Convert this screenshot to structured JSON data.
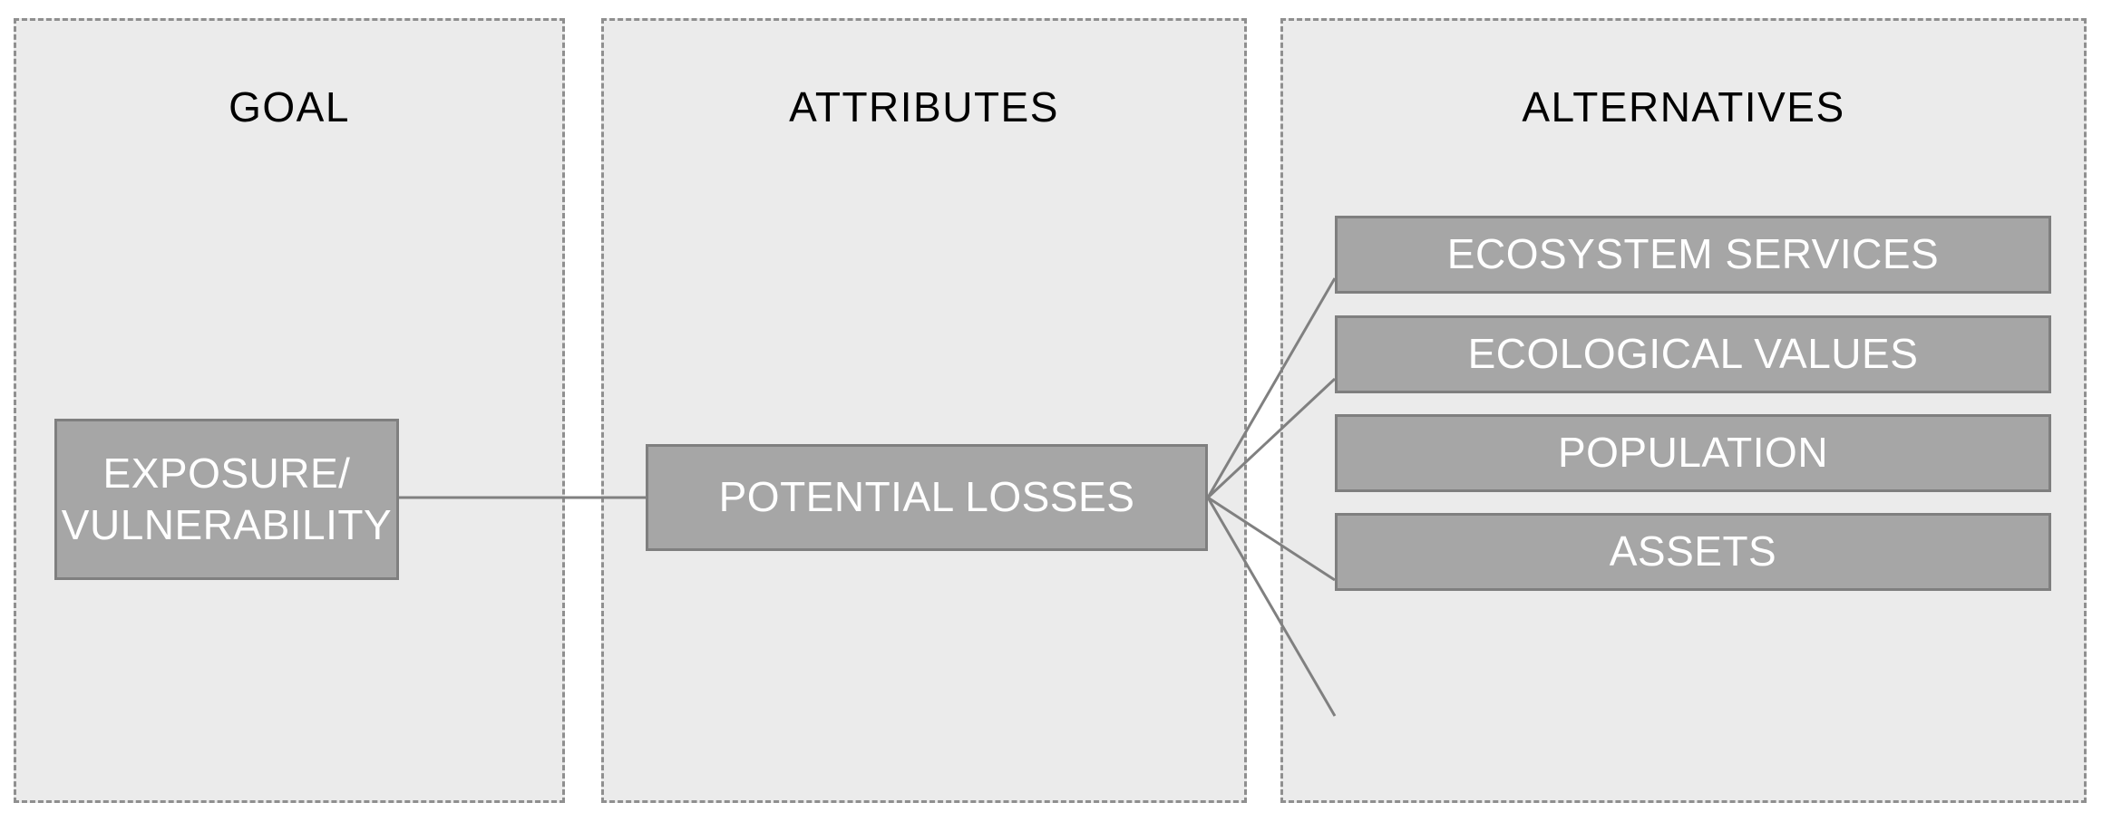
{
  "diagram": {
    "type": "hierarchy",
    "title": "",
    "panels": [
      {
        "id": "goal",
        "title": "GOAL"
      },
      {
        "id": "attributes",
        "title": "ATTRIBUTES"
      },
      {
        "id": "alternatives",
        "title": "ALTERNATIVES"
      }
    ],
    "nodes": {
      "goal": {
        "label": "EXPOSURE/\nVULNERABILITY",
        "line1": "EXPOSURE/",
        "line2": "VULNERABILITY"
      },
      "attribute": {
        "label": "POTENTIAL LOSSES"
      },
      "alternatives": [
        {
          "label": "ECOSYSTEM SERVICES"
        },
        {
          "label": "ECOLOGICAL VALUES"
        },
        {
          "label": "POPULATION"
        },
        {
          "label": "ASSETS"
        }
      ]
    },
    "edges": [
      {
        "from": "EXPOSURE/VULNERABILITY",
        "to": "POTENTIAL LOSSES"
      },
      {
        "from": "POTENTIAL LOSSES",
        "to": "ECOSYSTEM SERVICES"
      },
      {
        "from": "POTENTIAL LOSSES",
        "to": "ECOLOGICAL VALUES"
      },
      {
        "from": "POTENTIAL LOSSES",
        "to": "POPULATION"
      },
      {
        "from": "POTENTIAL LOSSES",
        "to": "ASSETS"
      }
    ],
    "colors": {
      "panel_fill": "#ebebeb",
      "panel_border": "#8f8f8f",
      "node_fill": "#a6a6a6",
      "node_border": "#7f7f7f",
      "node_text": "#ffffff",
      "title_text": "#000000",
      "connector": "#808080",
      "background": "#ffffff"
    }
  }
}
